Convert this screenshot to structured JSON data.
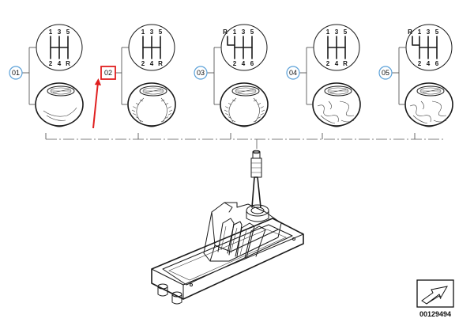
{
  "colors": {
    "callout_circle": "#5aa0d8",
    "highlight": "#e02020",
    "ink": "#1a1a1a"
  },
  "variants": [
    {
      "callout": "01",
      "highlighted": false,
      "pattern": "5speed",
      "labels": {
        "top": [
          "1",
          "3",
          "5"
        ],
        "bottom": [
          "2",
          "4",
          "R"
        ]
      }
    },
    {
      "callout": "02",
      "highlighted": true,
      "pattern": "5speed",
      "labels": {
        "top": [
          "1",
          "3",
          "5"
        ],
        "bottom": [
          "2",
          "4",
          "R"
        ]
      }
    },
    {
      "callout": "03",
      "highlighted": false,
      "pattern": "6speed",
      "labels": {
        "top": [
          "R",
          "1",
          "3",
          "5"
        ],
        "bottom": [
          "2",
          "4",
          "6"
        ]
      }
    },
    {
      "callout": "04",
      "highlighted": false,
      "pattern": "5speed",
      "labels": {
        "top": [
          "1",
          "3",
          "5"
        ],
        "bottom": [
          "2",
          "4",
          "R"
        ]
      }
    },
    {
      "callout": "05",
      "highlighted": false,
      "pattern": "6speed",
      "labels": {
        "top": [
          "R",
          "1",
          "3",
          "5"
        ],
        "bottom": [
          "2",
          "4",
          "6"
        ]
      }
    }
  ],
  "reference_number": "00129494"
}
